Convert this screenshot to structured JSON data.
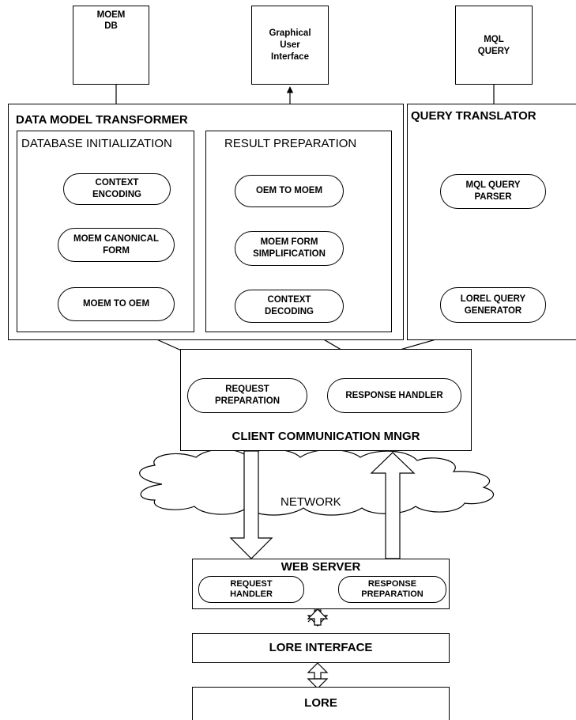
{
  "top": {
    "moem_db": "MOEM\nDB",
    "gui": "Graphical\nUser\nInterface",
    "mql_query": "MQL\nQUERY"
  },
  "data_model_transformer": {
    "title": "DATA MODEL TRANSFORMER",
    "database_initialization": {
      "title": "DATABASE INITIALIZATION",
      "steps": [
        "CONTEXT\nENCODING",
        "MOEM CANONICAL\nFORM",
        "MOEM TO OEM"
      ]
    },
    "result_preparation": {
      "title": "RESULT PREPARATION",
      "steps": [
        "OEM TO MOEM",
        "MOEM FORM\nSIMPLIFICATION",
        "CONTEXT\nDECODING"
      ]
    }
  },
  "query_translator": {
    "title": "QUERY TRANSLATOR",
    "steps": [
      "MQL QUERY\nPARSER",
      "LOREL QUERY\nGENERATOR"
    ]
  },
  "client_communication": {
    "title": "CLIENT COMMUNICATION MNGR",
    "request_preparation": "REQUEST\nPREPARATION",
    "response_handler": "RESPONSE HANDLER"
  },
  "network": "NETWORK",
  "web_server": {
    "title": "WEB SERVER",
    "request_handler": "REQUEST\nHANDLER",
    "response_preparation": "RESPONSE\nPREPARATION"
  },
  "lore_interface": "LORE INTERFACE",
  "lore": "LORE"
}
